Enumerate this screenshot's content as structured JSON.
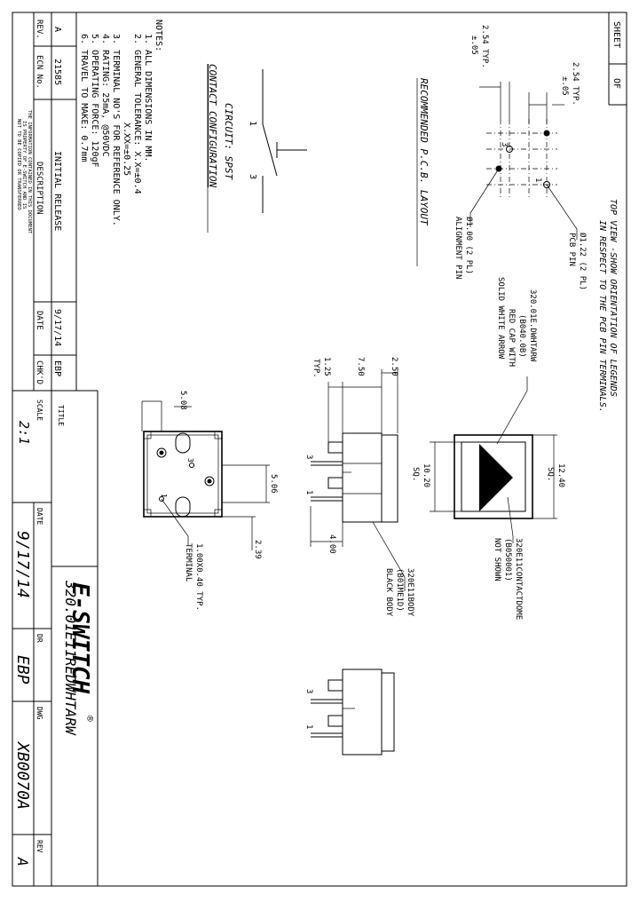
{
  "sheet": {
    "label": "SHEET",
    "of_label": "OF"
  },
  "notes": {
    "header": "NOTES:",
    "items": [
      "1. ALL DIMENSIONS IN MM.",
      "2. GENERAL TOLERANCE: X.X=±0.4",
      "X.XX=±0.25",
      "3. TERMINAL NO'S FOR REFERENCE ONLY.",
      "4. RATING: 25mA, @50VDC",
      "5. OPERATING FORCE: 120gF",
      "6. TRAVEL TO MAKE: 0.7mm"
    ]
  },
  "revision_block": {
    "headers": {
      "rev": "REV.",
      "ecn": "ECN No.",
      "description": "DESCRIPTION",
      "date": "DATE",
      "chkd": "CHK'D"
    },
    "row": {
      "rev": "A",
      "ecn": "21585",
      "description": "INITIAL RELEASE",
      "date": "9/17/14",
      "chkd": "EBP"
    },
    "confidential": [
      "THE INFORMATION CONTAINED IN THIS DOCUMENT",
      "IS PROPERTY OF E-SWITCH AND IS",
      "NOT TO BE COPIED OR TRANSFERRED"
    ]
  },
  "circuit": {
    "title": "CIRCUIT: SPST",
    "subtitle": "CONTACT CONFIGURATION",
    "terminal_left": "1",
    "terminal_right": "3"
  },
  "pcb_layout": {
    "title": "RECOMMENDED P.C.B. LAYOUT",
    "dim_a": "2.54 TYP.",
    "dim_a_tol": "±.05",
    "dim_b": "2.54 TYP.",
    "dim_b_tol": "±.05",
    "pcb_pin": "Ø1.22 (2 PL)",
    "pcb_pin_label": "PCB PIN",
    "align_pin": "Ø1.00 (2 PL)",
    "align_pin_label": "ALIGNMENT PIN",
    "pin_1": "1",
    "pin_3": "3"
  },
  "top_view_note": {
    "line1": "TOP VIEW -SHOW ORIENTATION OF LEGENDS",
    "line2": "IN RESPECT TO THE PCB PIN TERMINALS."
  },
  "cap": {
    "part": "320.01E.DWHTARW",
    "code": "(B040.0B)",
    "desc1": "RED CAP WITH",
    "desc2": "SOLID WHITE ARROW",
    "outer_dim": "12.40",
    "outer_sq": "SQ.",
    "inner_dim": "10.20",
    "inner_sq": "SQ."
  },
  "dome": {
    "part": "320E11CONTACTDOME",
    "code": "(B050001)",
    "note": "NOT SHOWN"
  },
  "body": {
    "part": "320E11BODY",
    "code": "(B01ME1D)",
    "desc": "BLACK BODY"
  },
  "side_view": {
    "dim_250": "2.50",
    "dim_750": "7.50",
    "dim_125": "1.25",
    "dim_125_typ": "TYP.",
    "dim_400": "4.00",
    "pin_3": "3",
    "pin_1": "1"
  },
  "bottom_view": {
    "dim_508": "5.08",
    "dim_506": "5.06",
    "dim_239": "2.39",
    "terminal": "1.00X0.40 TYP.",
    "terminal_label": "TERMINAL",
    "pin_1": "1",
    "pin_3": "3"
  },
  "end_view": {
    "pin_3": "3",
    "pin_1": "1"
  },
  "title_block": {
    "title_label": "TITLE",
    "title": "320.01E11REDWHTARW",
    "scale_label": "SCALE",
    "scale": "2:1",
    "date_label": "DATE",
    "date": "9/17/14",
    "dr_label": "DR",
    "dr": "EBP",
    "dwg_label": "DWG",
    "dwg": "XB0070A",
    "rev_label": "REV",
    "rev": "A",
    "logo": "E-SWITCH",
    "registered": "®"
  }
}
